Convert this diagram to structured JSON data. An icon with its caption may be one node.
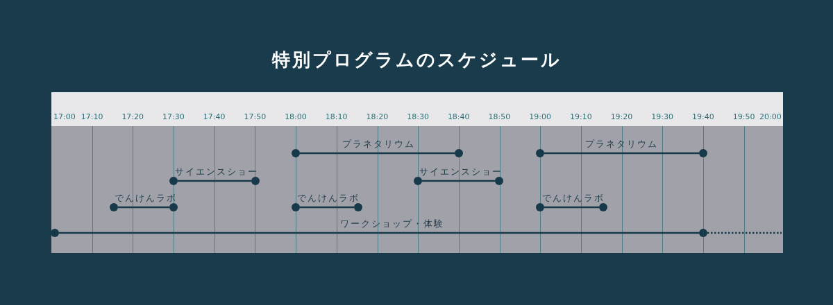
{
  "diagram": {
    "title": "特別プログラムのスケジュール",
    "nodes": [
      {
        "text": [],
        "shape": "circle"
      },
      {
        "text": [],
        "shape": "circle"
      },
      {
        "text": [],
        "shape": "circle"
      },
      {
        "text": [],
        "shape": "circle"
      },
      {
        "text": [],
        "shape": "circle"
      },
      {
        "text": [],
        "shape": "circle"
      },
      {
        "text": [],
        "shape": "circle"
      },
      {
        "text": [],
        "shape": "circle"
      },
      {
        "text": [],
        "shape": "circle"
      },
      {
        "text": [],
        "shape": "circle"
      },
      {
        "text": [],
        "shape": "circle"
      },
      {
        "text": [],
        "shape": "circle"
      },
      {
        "text": [],
        "shape": "circle"
      },
      {
        "text": [],
        "shape": "circle"
      },
      {
        "text": [],
        "shape": "circle"
      },
      {
        "text": [],
        "shape": "circle"
      }
    ],
    "edges": [
      {
        "from": 0,
        "to": 1,
        "arrow": "none",
        "label": "プラネタリウム"
      },
      {
        "from": 2,
        "to": 3,
        "arrow": "none",
        "label": "プラネタリウム"
      },
      {
        "from": 4,
        "to": 5,
        "arrow": "none",
        "label": "サイエンスショー"
      },
      {
        "from": 6,
        "to": 7,
        "arrow": "none",
        "label": "サイエンスショー"
      },
      {
        "from": 8,
        "to": 9,
        "arrow": "none",
        "label": "でんけんラボ"
      },
      {
        "from": 10,
        "to": 11,
        "arrow": "none",
        "label": "でんけんラボ"
      },
      {
        "from": 12,
        "to": 13,
        "arrow": "none",
        "label": "でんけんラボ"
      },
      {
        "from": 14,
        "to": 15,
        "arrow": "none",
        "label": "ワークショップ・体験"
      },
      {
        "from": 15,
        "to": null,
        "arrow": "none",
        "style": "dashed"
      }
    ],
    "labels": [
      "17:00",
      "17:10",
      "17:20",
      "17:30",
      "17:40",
      "17:50",
      "18:00",
      "18:10",
      "18:20",
      "18:30",
      "18:40",
      "18:50",
      "19:00",
      "19:10",
      "19:20",
      "19:30",
      "19:40",
      "19:50",
      "20:00"
    ]
  }
}
